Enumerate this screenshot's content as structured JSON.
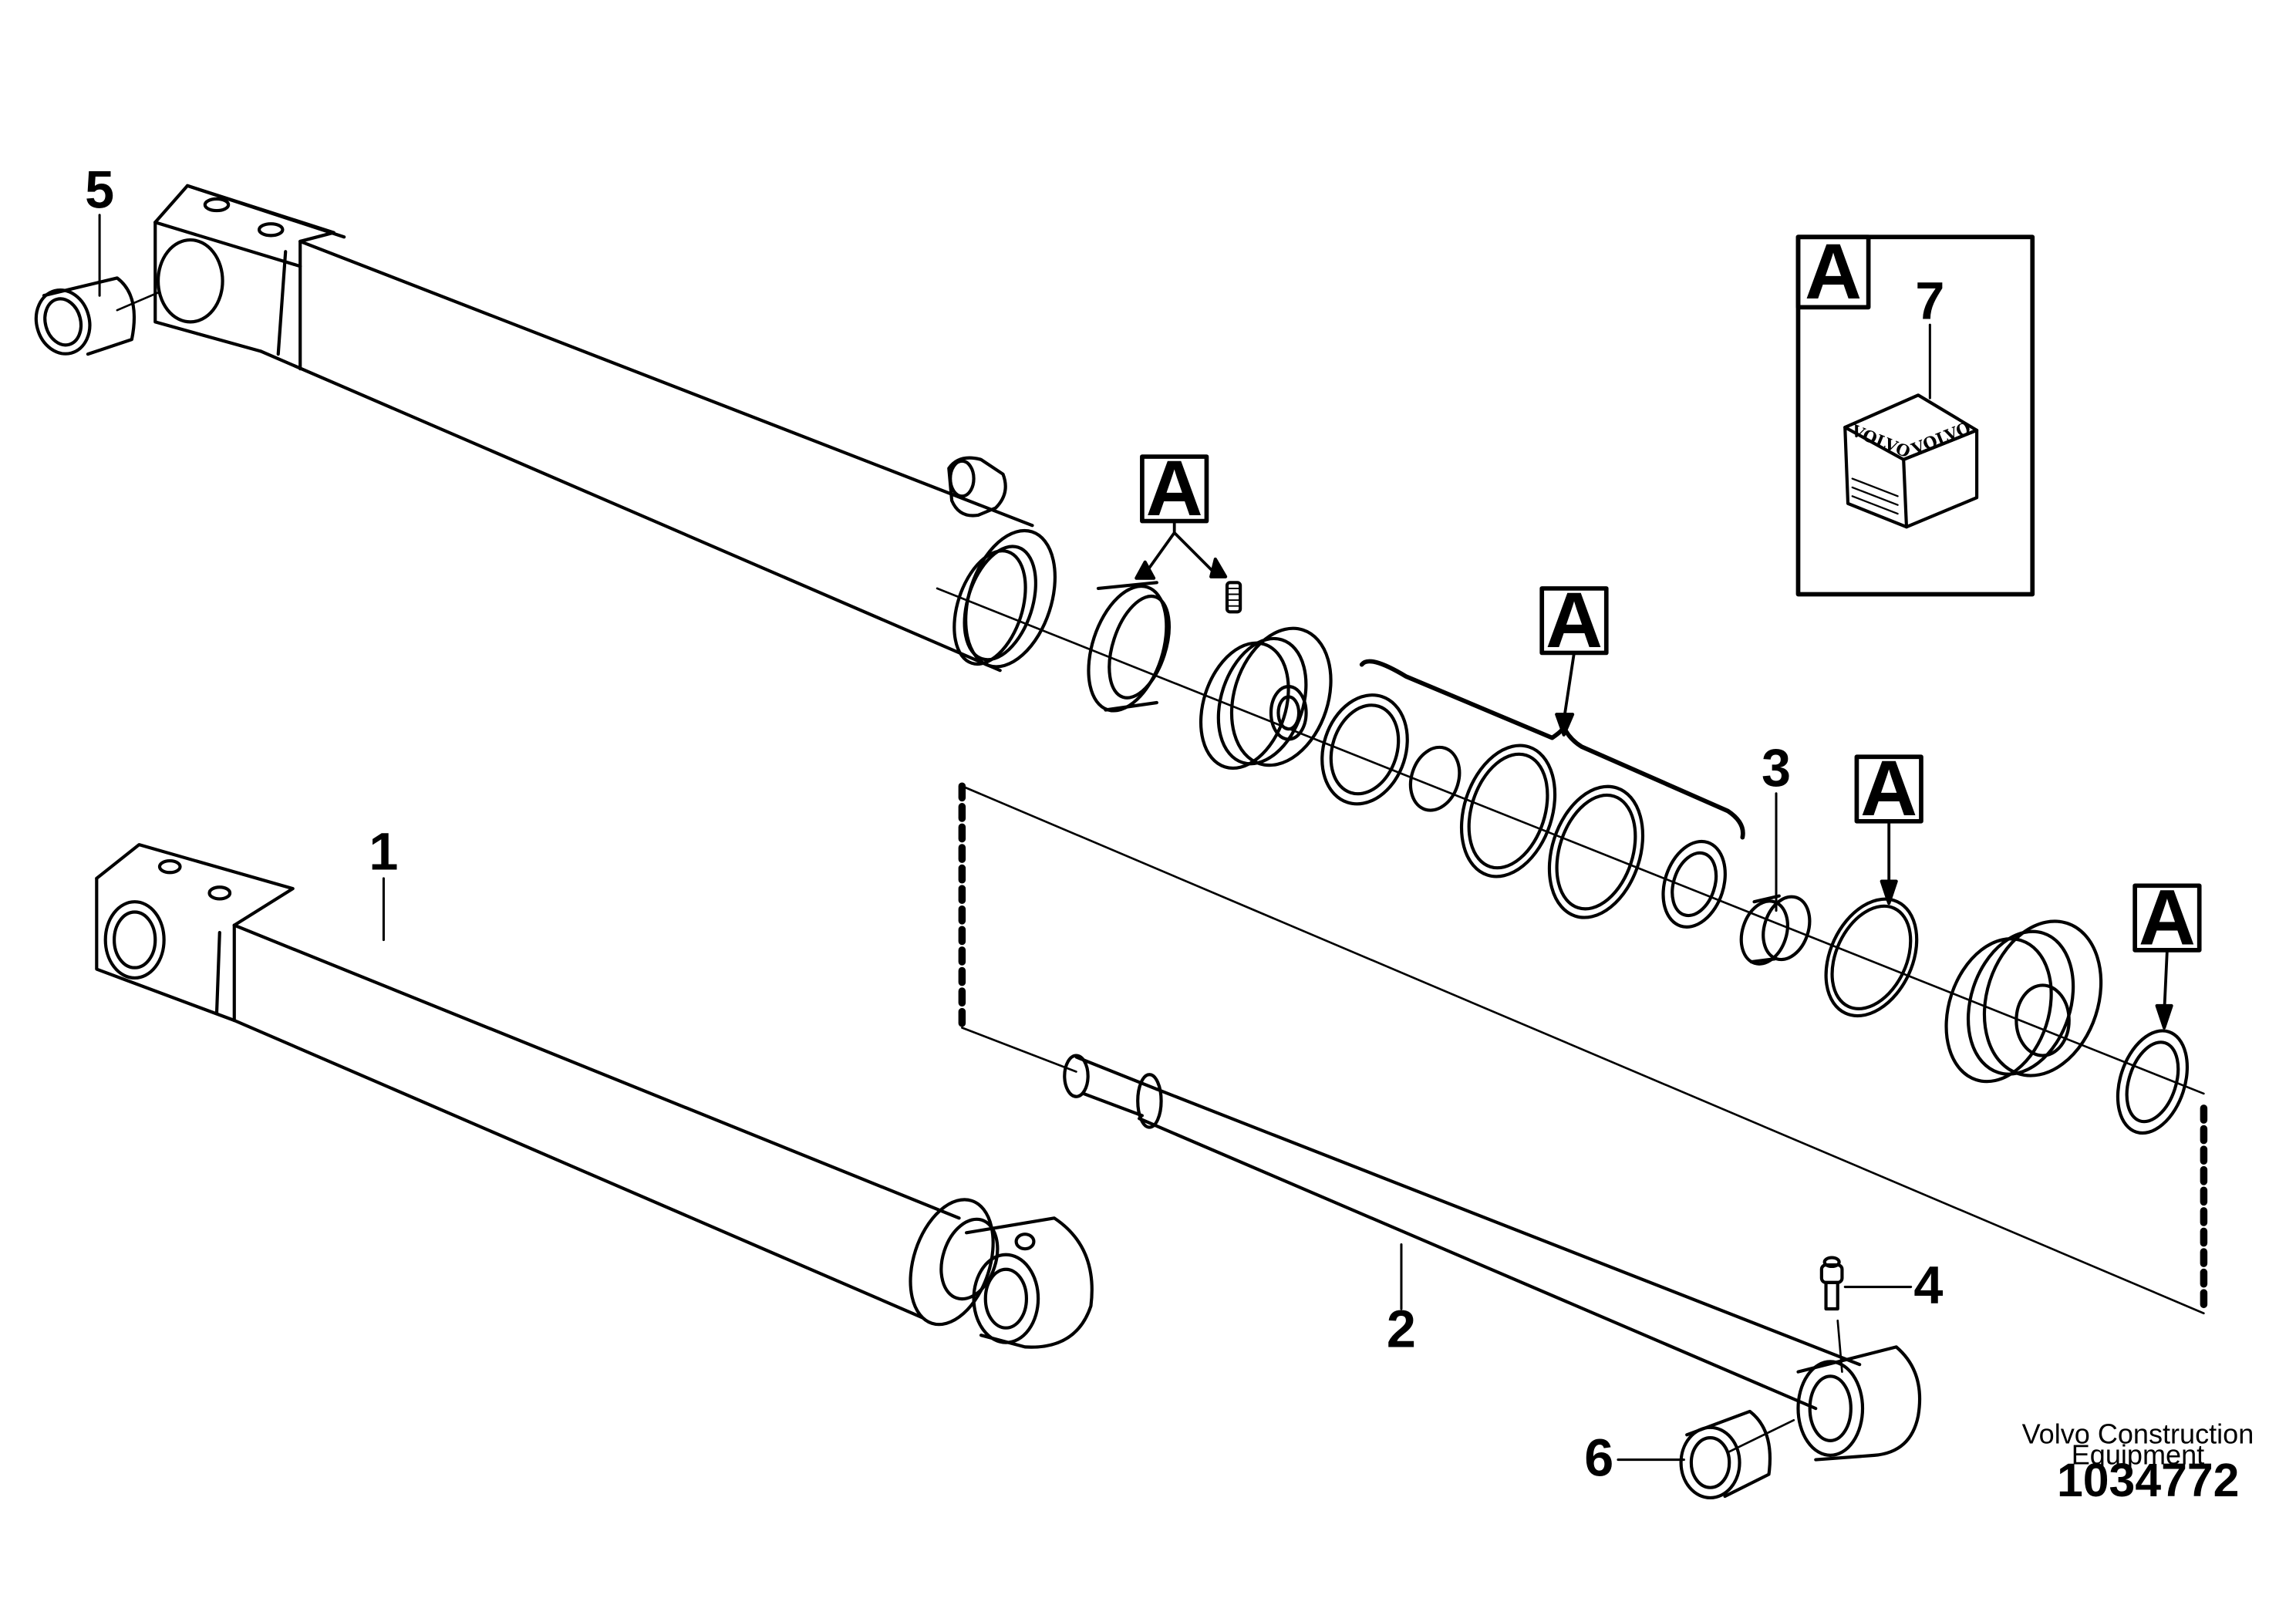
{
  "callouts": {
    "c1": "1",
    "c2": "2",
    "c3": "3",
    "c4": "4",
    "c5": "5",
    "c6": "6",
    "c7": "7"
  },
  "kit_label": "A",
  "brand_text": "VOLVO",
  "footer": {
    "line1": "Volvo Construction",
    "line2": "Equipment",
    "doc_number": "1034772"
  }
}
